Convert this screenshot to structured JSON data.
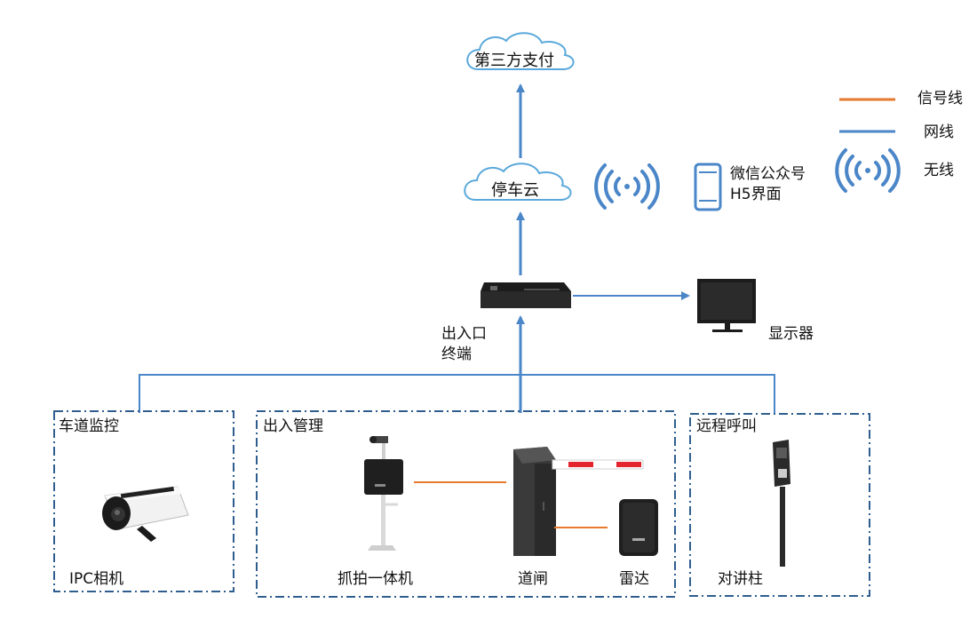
{
  "cloud_pay": "第三方支付",
  "cloud_parking": "停车云",
  "wechat_line1": "微信公众号",
  "wechat_line2": "H5界面",
  "legend": {
    "signal": "信号线",
    "network": "网线",
    "wireless": "无线",
    "signal_color": "#E67A2E",
    "network_color": "#4A86C8"
  },
  "terminal_line1": "出入口",
  "terminal_line2": "终端",
  "display": "显示器",
  "groups": {
    "lane": "车道监控",
    "access": "出入管理",
    "intercom": "远程呼叫"
  },
  "devices": {
    "ipc": "IPC相机",
    "capture": "抓拍一体机",
    "barrier": "道闸",
    "radar": "雷达",
    "intercom_post": "对讲柱"
  },
  "icons": [
    "cloud-icon",
    "wifi-icon",
    "phone-icon",
    "terminal-box-icon",
    "monitor-icon",
    "camera-icon",
    "capture-device-icon",
    "barrier-gate-icon",
    "radar-icon",
    "intercom-post-icon"
  ]
}
